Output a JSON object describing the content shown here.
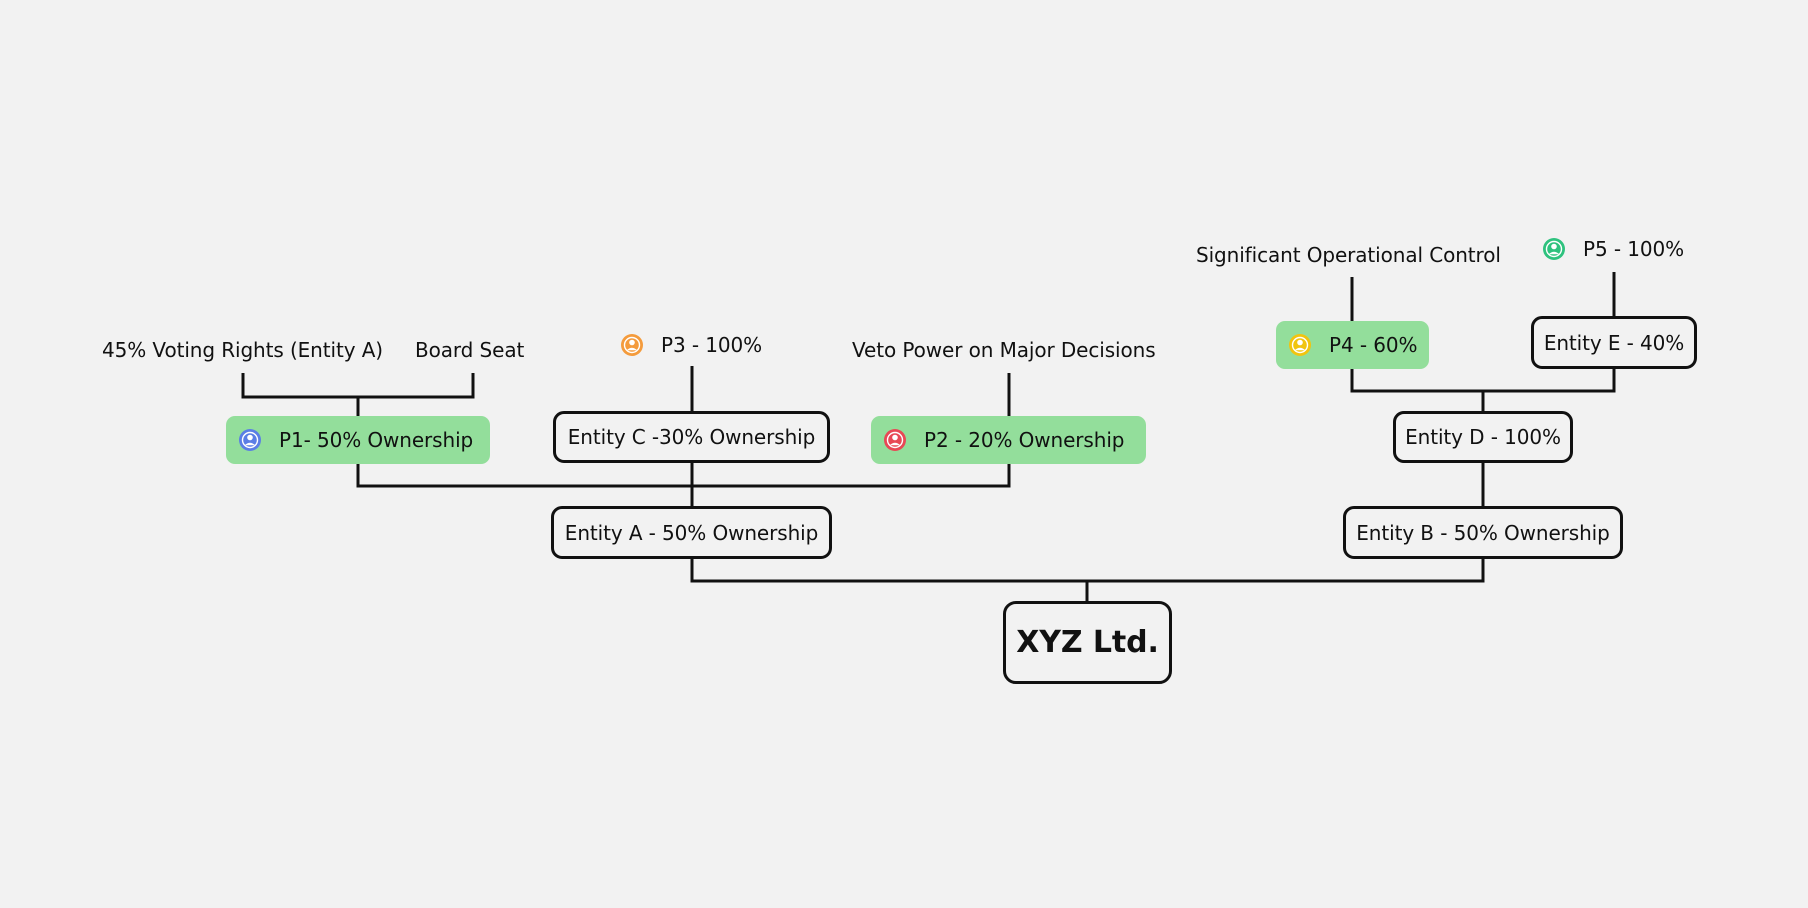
{
  "diagram": {
    "root": {
      "label": "XYZ Ltd."
    },
    "entity_a": {
      "label": "Entity A - 50% Ownership"
    },
    "entity_b": {
      "label": "Entity B - 50% Ownership"
    },
    "entity_c": {
      "label": "Entity C -30% Ownership"
    },
    "entity_d": {
      "label": "Entity D - 100%"
    },
    "entity_e": {
      "label": "Entity E - 40%"
    },
    "p1": {
      "label": "P1- 50% Ownership",
      "icon": "person-icon",
      "icon_color": "#5b7ee5",
      "highlight": "#93de9b"
    },
    "p2": {
      "label": "P2  - 20% Ownership",
      "icon": "person-icon",
      "icon_color": "#e84855",
      "highlight": "#93de9b"
    },
    "p3": {
      "label": "P3 - 100%",
      "icon": "person-icon",
      "icon_color": "#f49b3c"
    },
    "p4": {
      "label": "P4 - 60%",
      "icon": "person-icon",
      "icon_color": "#f1c40f",
      "highlight": "#93de9b"
    },
    "p5": {
      "label": "P5 - 100%",
      "icon": "person-icon",
      "icon_color": "#2ec27e"
    },
    "notes": {
      "voting_rights": "45% Voting Rights (Entity A)",
      "board_seat": "Board Seat",
      "veto_power": "Veto Power on Major Decisions",
      "operational_control": "Significant Operational Control"
    }
  }
}
